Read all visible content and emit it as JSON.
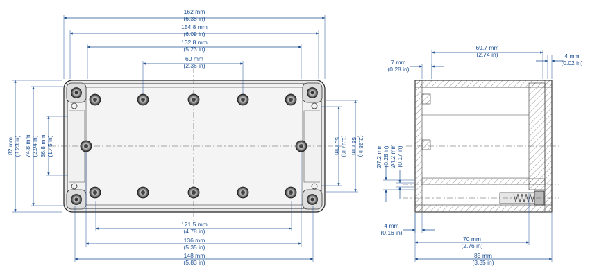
{
  "front_view": {
    "top_dims": [
      {
        "mm": "162 mm",
        "inch": "(6.38 in)"
      },
      {
        "mm": "154.8 mm",
        "inch": "(6.09 in)"
      },
      {
        "mm": "132.8 mm",
        "inch": "(5.23 in)"
      },
      {
        "mm": "60 mm",
        "inch": "(2.36 in)"
      }
    ],
    "left_dims": [
      {
        "mm": "82 mm",
        "inch": "(3.23 in)"
      },
      {
        "mm": "74.8 mm",
        "inch": "(2.94 in)"
      },
      {
        "mm": "36.8 mm",
        "inch": "(1.45 in)"
      }
    ],
    "right_dims": [
      {
        "mm": "50 mm",
        "inch": "(1.97 in)"
      },
      {
        "mm": "58 mm",
        "inch": "(2.28 in)"
      }
    ],
    "bottom_dims": [
      {
        "mm": "121.5 mm",
        "inch": "(4.78 in)"
      },
      {
        "mm": "136 mm",
        "inch": "(5.35 in)"
      },
      {
        "mm": "148 mm",
        "inch": "(5.83 in)"
      }
    ]
  },
  "side_view": {
    "top_dims": [
      {
        "mm": "69.7 mm",
        "inch": "(2.74 in)"
      },
      {
        "mm": "4 mm",
        "inch": "(0.02 in)"
      },
      {
        "mm": "7 mm",
        "inch": "(0.28 in)"
      }
    ],
    "left_dims": [
      {
        "mm": "Ø7.2 mm",
        "inch": "(0.28 in)"
      },
      {
        "mm": "Ø4.2 mm",
        "inch": "(0.17 in)"
      },
      {
        "mm": "4 mm",
        "inch": "(0.16 in)"
      }
    ],
    "bottom_dims": [
      {
        "mm": "70 mm",
        "inch": "(2.76 in)"
      },
      {
        "mm": "85 mm",
        "inch": "(3.35 in)"
      }
    ]
  },
  "colors": {
    "dimension": "#1d4f91",
    "body_outline": "#333333",
    "lid_fill": "#f1f1f1"
  }
}
